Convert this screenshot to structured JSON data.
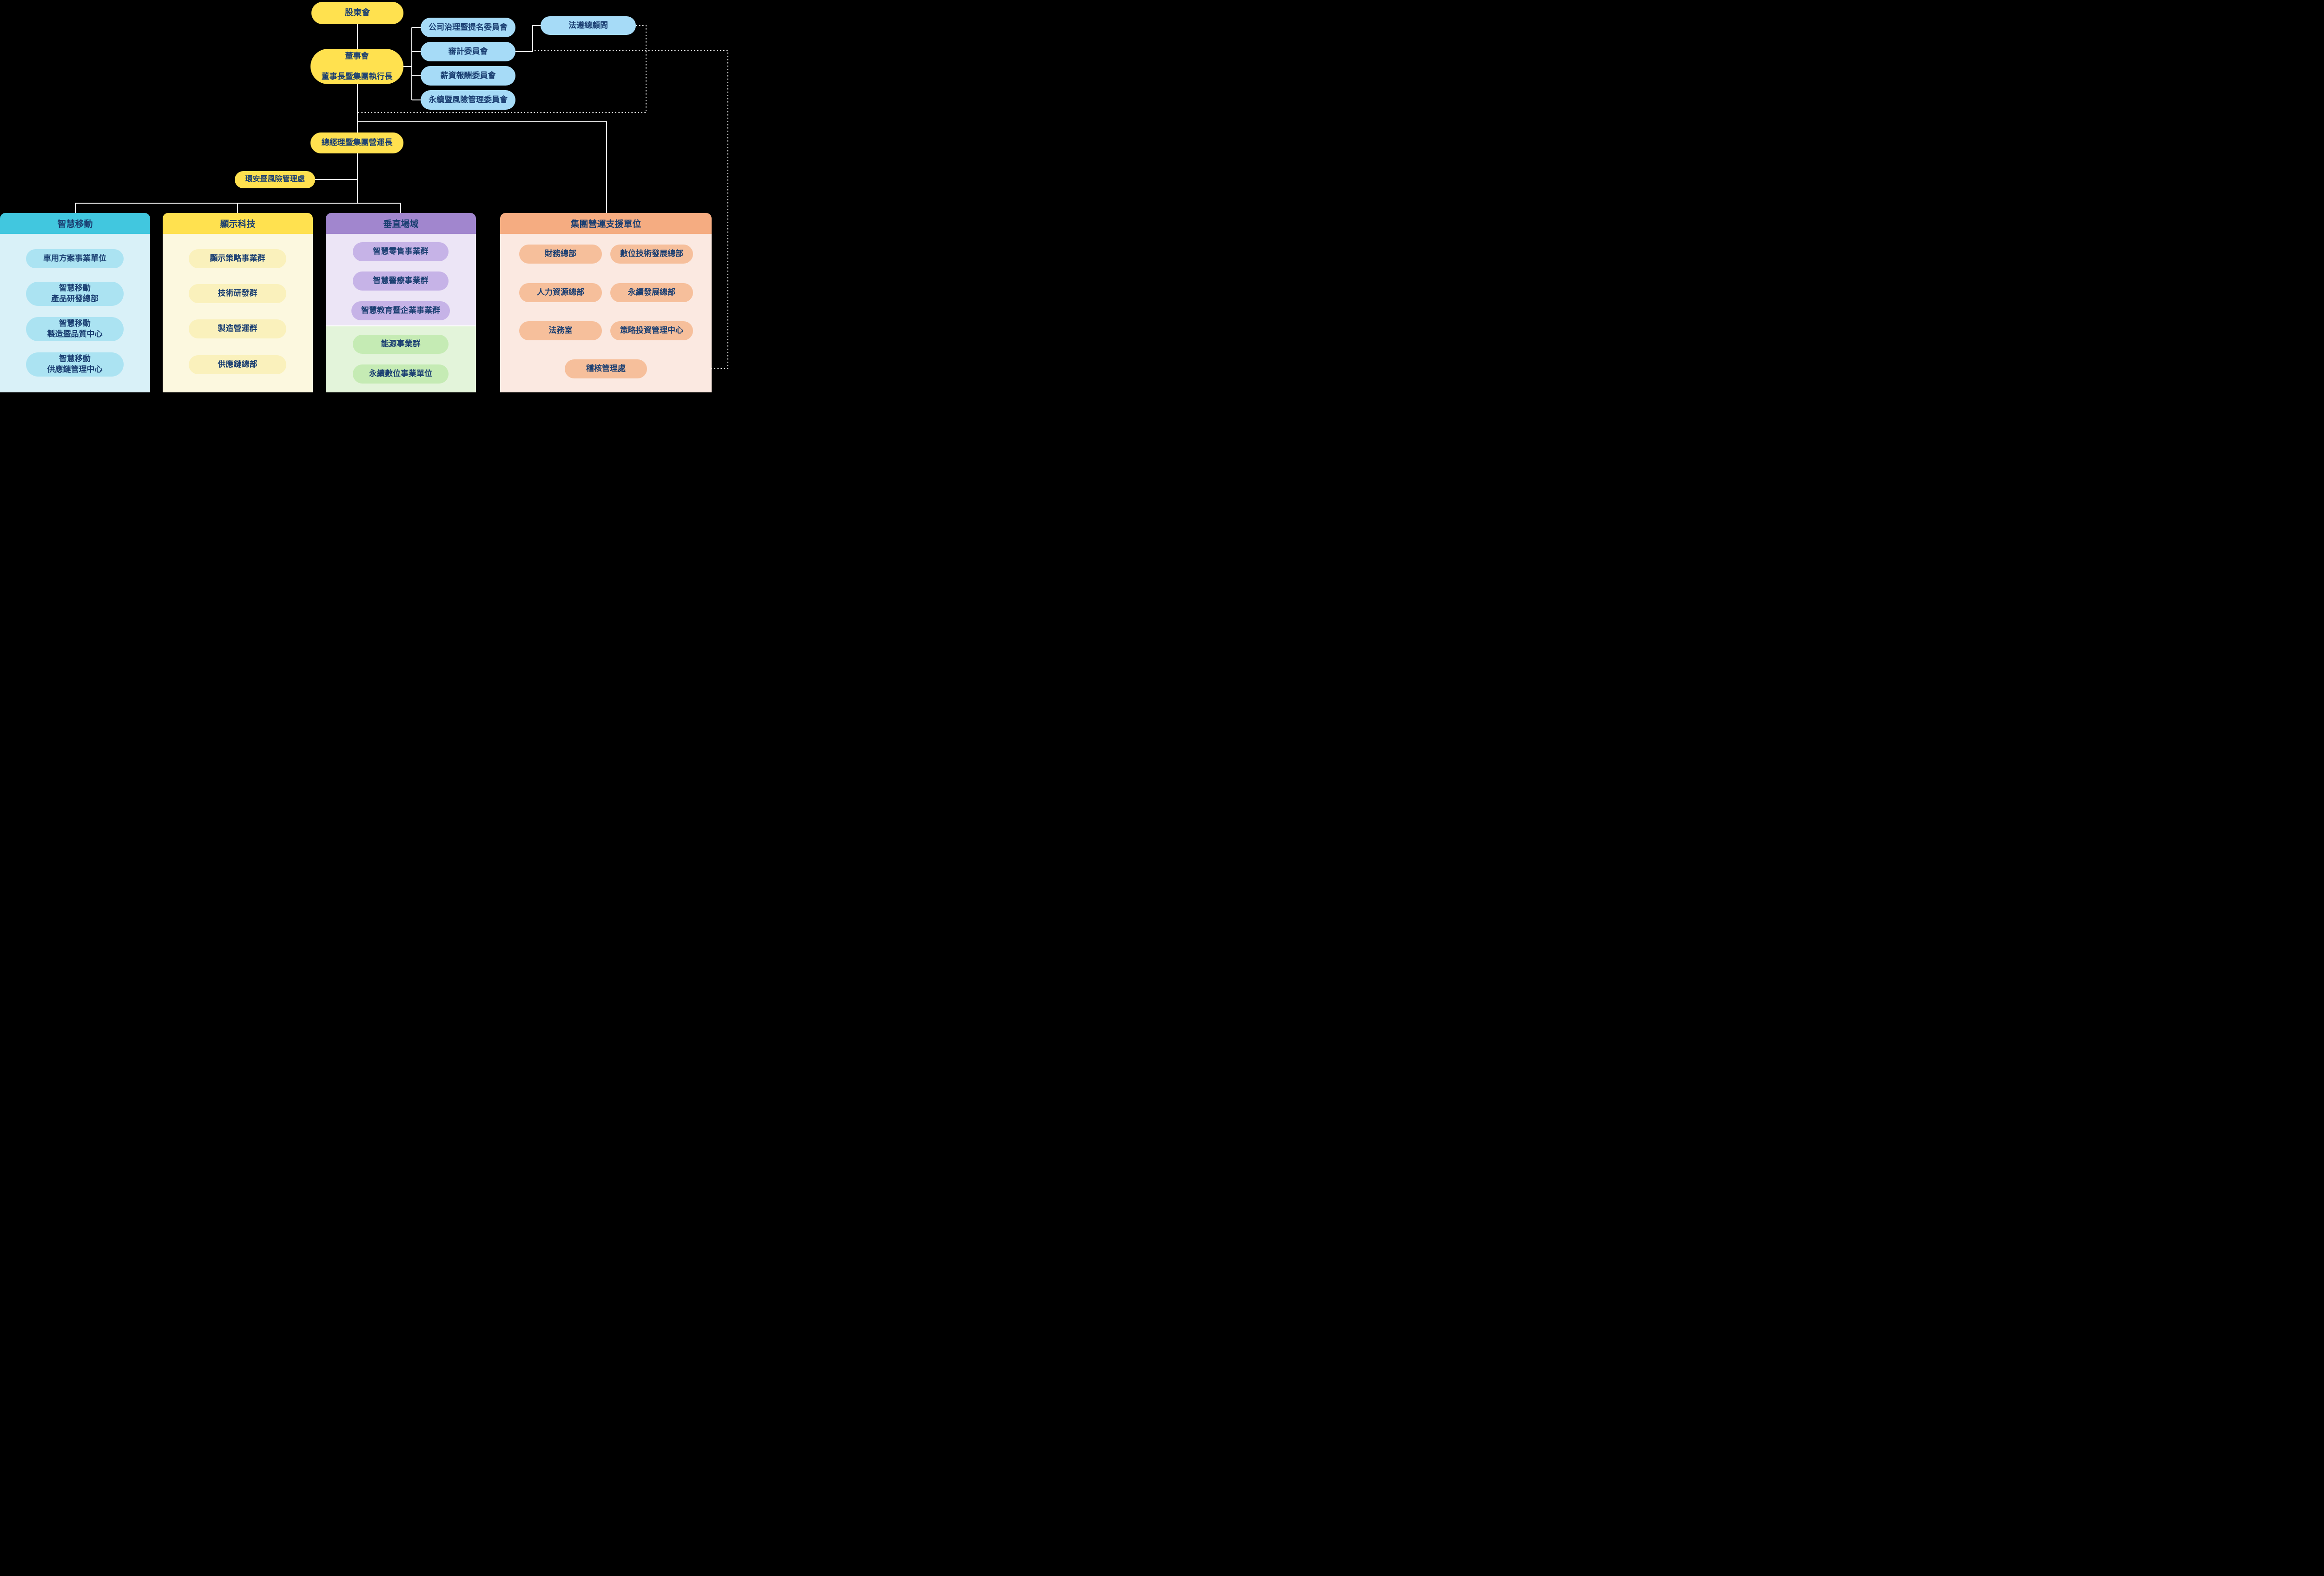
{
  "org": {
    "shareholders": "股東會",
    "board_line1": "董事會",
    "board_line2": "董事長暨集團執行長",
    "committees": [
      "公司治理暨提名委員會",
      "審計委員會",
      "薪資報酬委員會",
      "永續暨風險管理委員會"
    ],
    "compliance_counsel": "法遵總顧問",
    "coo": "總經理暨集團營運長",
    "ehs_office": "環安暨風險管理處"
  },
  "divisions": [
    {
      "title": "智慧移動",
      "units": [
        "車用方案事業單位",
        "智慧移動\n產品研發總部",
        "智慧移動\n製造暨品質中心",
        "智慧移動\n供應鏈管理中心"
      ]
    },
    {
      "title": "顯示科技",
      "units": [
        "顯示策略事業群",
        "技術研發群",
        "製造營運群",
        "供應鏈總部"
      ]
    },
    {
      "title": "垂直場域",
      "units": [
        "智慧零售事業群",
        "智慧醫療事業群",
        "智慧教育暨企業事業群"
      ],
      "green_units": [
        "能源事業群",
        "永續數位事業單位"
      ]
    },
    {
      "title": "集團營運支援單位",
      "units": [
        "財務總部",
        "數位技術發展總部",
        "人力資源總部",
        "永續發展總部",
        "法務室",
        "策略投資管理中心"
      ],
      "bottom_unit": "稽核管理處"
    }
  ],
  "colors": {
    "bg": "#000000",
    "line": "#FFFFFF",
    "text": "#1B3F72",
    "yellow": "#FFE14F",
    "blue": "#A6DBF7",
    "teal": "#41C7DF",
    "teal_body": "#D9F1F8",
    "teal_pill": "#ABE3F2",
    "yellow_body": "#FCF8DF",
    "yellow_pill": "#FAF1BC",
    "purple": "#A186CE",
    "purple_body": "#ECE5F6",
    "purple_pill": "#C6B3E7",
    "green_body": "#E3F4DA",
    "green_pill": "#C5EBB4",
    "orange": "#F5AC81",
    "orange_body": "#FBE9E1",
    "orange_pill": "#F6BF9B"
  }
}
